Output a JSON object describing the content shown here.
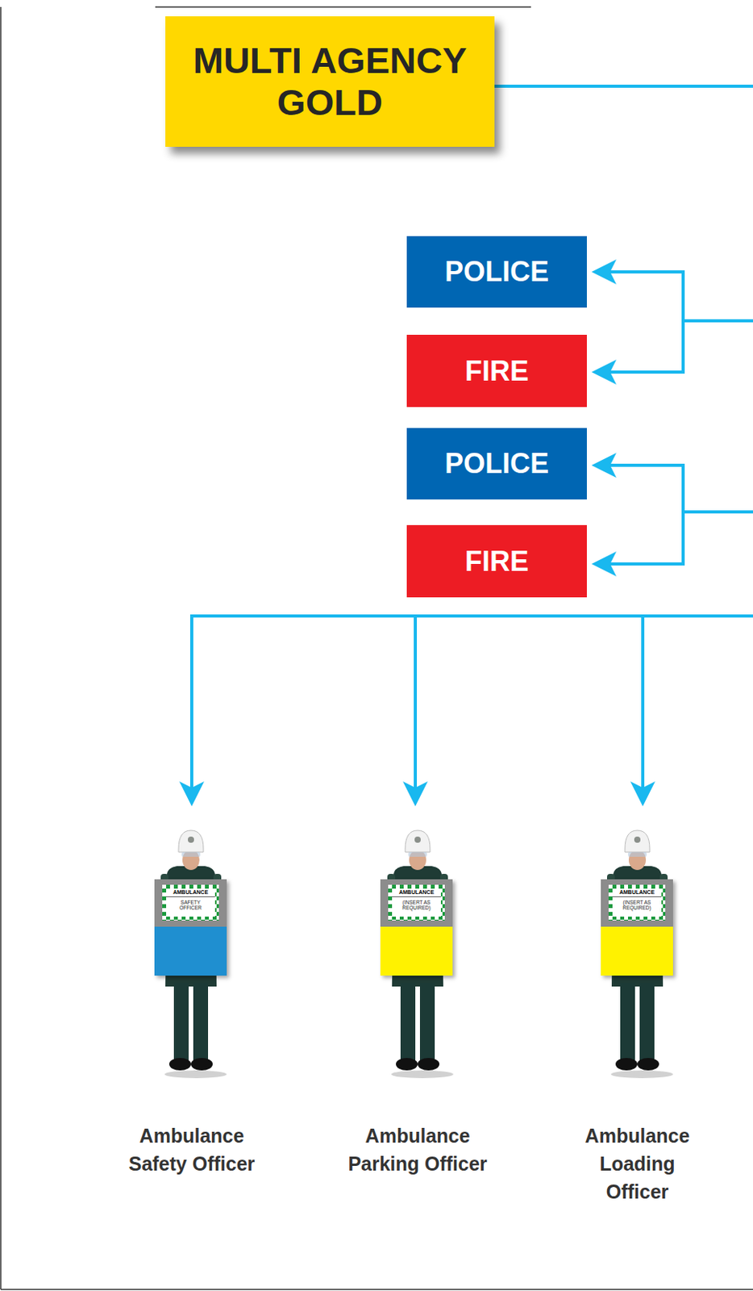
{
  "diagram": {
    "nodes": [
      {
        "text": [
          "MULTI AGENCY GOLD"
        ]
      },
      {
        "text": [
          "POLICE"
        ]
      },
      {
        "text": [
          "FIRE"
        ]
      },
      {
        "text": [
          "POLICE"
        ]
      },
      {
        "text": [
          "FIRE"
        ]
      },
      {
        "text": [
          "AMBULANCE",
          "SAFETY OFFICER"
        ]
      },
      {
        "text": [
          "AMBULANCE",
          "(INSERT AS REQUIRED)"
        ]
      },
      {
        "text": [
          "AMBULANCE",
          "(INSERT AS REQUIRED)"
        ]
      }
    ],
    "labels": [
      "Ambulance Safety Officer",
      "Ambulance Parking Officer",
      "Ambulance Loading Officer"
    ]
  }
}
